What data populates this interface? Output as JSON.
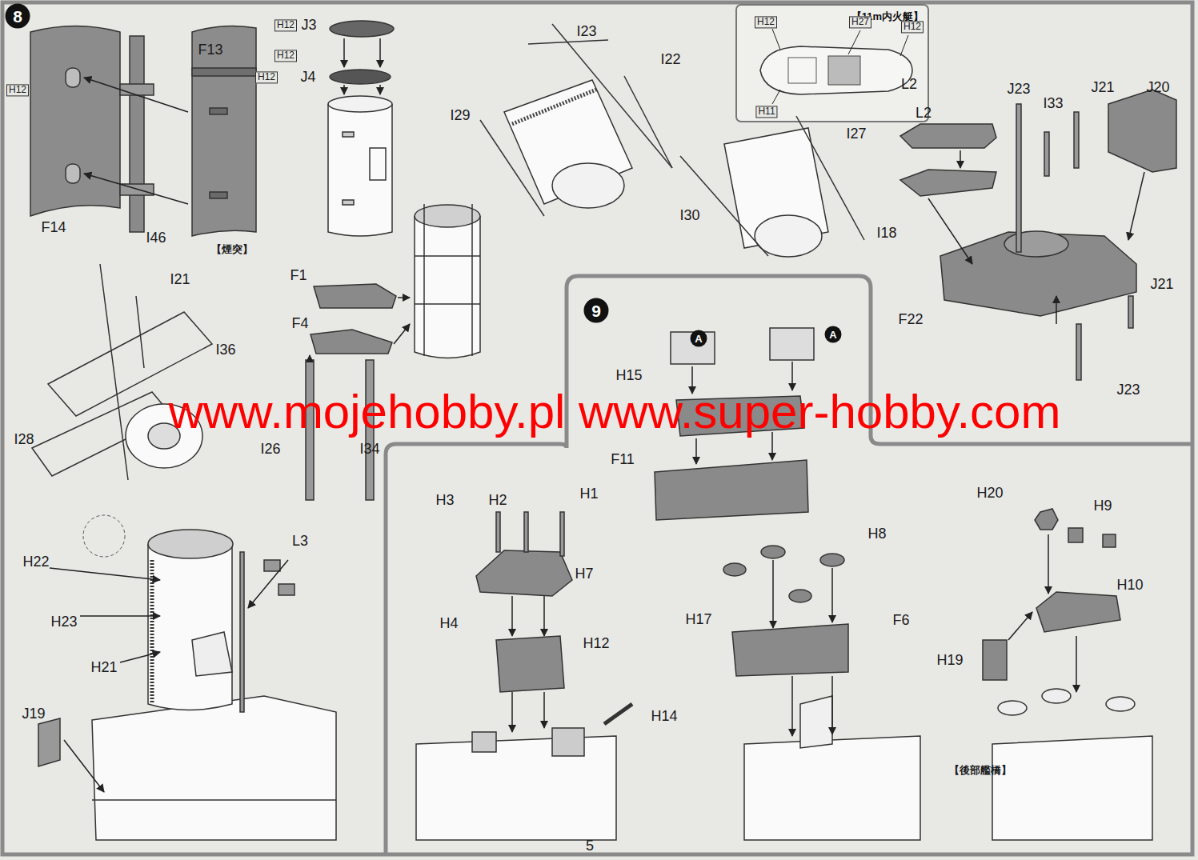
{
  "diagram": {
    "nodes": [
      {
        "text": [
          "8"
        ]
      },
      {
        "text": [
          "【11m内火艇】"
        ]
      },
      {
        "text": [
          "9"
        ]
      },
      {
        "text": [
          "A"
        ]
      },
      {
        "text": [
          "A"
        ]
      }
    ],
    "labels": [
      "H12",
      "H12",
      "J3",
      "H12",
      "F13",
      "H12",
      "J4",
      "F14",
      "I46",
      "【煙突】",
      "I23",
      "I22",
      "I29",
      "H12",
      "H27",
      "H12",
      "H11",
      "L2",
      "J23",
      "J21",
      "J20",
      "I33",
      "L2",
      "I27",
      "I30",
      "I18",
      "F22",
      "J21",
      "J23",
      "I21",
      "F1",
      "F4",
      "I36",
      "I28",
      "I26",
      "I34",
      "www.mojehobby.pl www.super-hobby.com",
      "H22",
      "L3",
      "H23",
      "H21",
      "J19",
      "H15",
      "F11",
      "H3",
      "H2",
      "H1",
      "H20",
      "H9",
      "H8",
      "H7",
      "H10",
      "H17",
      "F6",
      "H4",
      "H12",
      "H19",
      "H14",
      "【後部艦橋】",
      "5"
    ]
  }
}
